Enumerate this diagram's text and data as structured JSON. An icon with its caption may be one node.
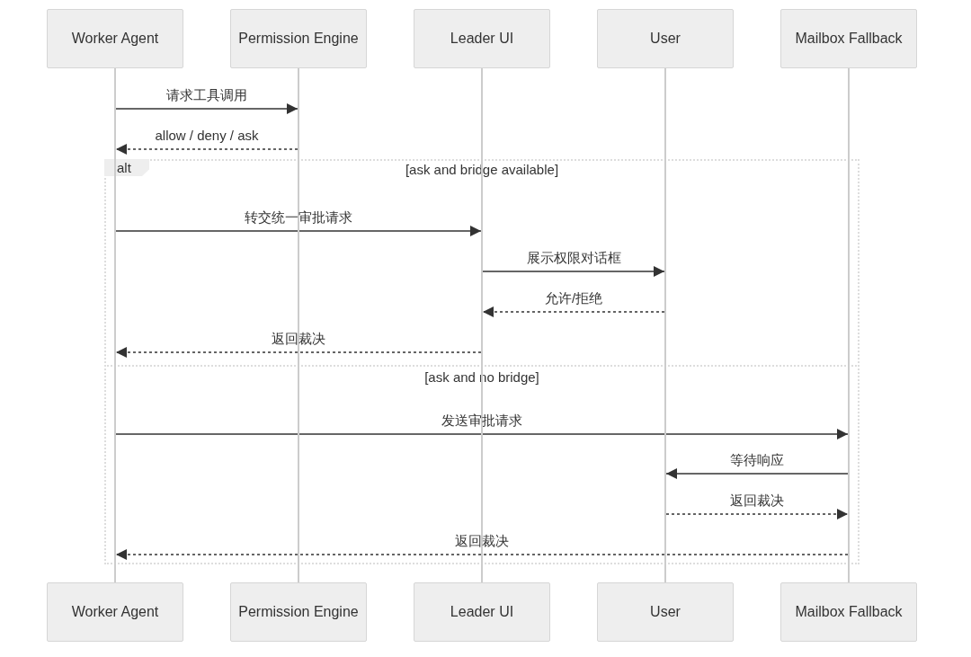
{
  "diagram": {
    "nodes": [
      {
        "text": [
          "Worker Agent"
        ]
      },
      {
        "text": [
          "Permission Engine"
        ]
      },
      {
        "text": [
          "Leader UI"
        ]
      },
      {
        "text": [
          "User"
        ]
      },
      {
        "text": [
          "Mailbox Fallback"
        ]
      },
      {
        "text": [
          "Worker Agent"
        ]
      },
      {
        "text": [
          "Permission Engine"
        ]
      },
      {
        "text": [
          "Leader UI"
        ]
      },
      {
        "text": [
          "User"
        ]
      },
      {
        "text": [
          "Mailbox Fallback"
        ]
      },
      {
        "text": [],
        "shape": "bar"
      },
      {
        "text": [],
        "shape": "bar"
      },
      {
        "text": [],
        "shape": "bar"
      },
      {
        "text": [],
        "shape": "bar"
      },
      {
        "text": [],
        "shape": "bar"
      }
    ],
    "edges": [
      {
        "from": 10,
        "to": 11,
        "arrow": "to",
        "label": "请求工具调用"
      },
      {
        "from": 11,
        "to": 10,
        "arrow": "to",
        "label": "allow / deny / ask",
        "style": "dashed"
      },
      {
        "from": 10,
        "to": 12,
        "arrow": "to",
        "label": "转交统一审批请求"
      },
      {
        "from": 12,
        "to": 13,
        "arrow": "to",
        "label": "展示权限对话框"
      },
      {
        "from": 13,
        "to": 12,
        "arrow": "to",
        "label": "允许/拒绝",
        "style": "dashed"
      },
      {
        "from": 12,
        "to": 10,
        "arrow": "to",
        "label": "返回裁决",
        "style": "dashed"
      },
      {
        "from": 10,
        "to": 14,
        "arrow": "to",
        "label": "发送审批请求"
      },
      {
        "from": 14,
        "to": 13,
        "arrow": "to",
        "label": "等待响应"
      },
      {
        "from": 13,
        "to": 14,
        "arrow": "to",
        "label": "返回裁决",
        "style": "dashed"
      },
      {
        "from": 14,
        "to": 10,
        "arrow": "to",
        "label": "返回裁决",
        "style": "dashed"
      }
    ],
    "labels": [
      "alt",
      "[ask and bridge available]",
      "[ask and no bridge]"
    ]
  }
}
